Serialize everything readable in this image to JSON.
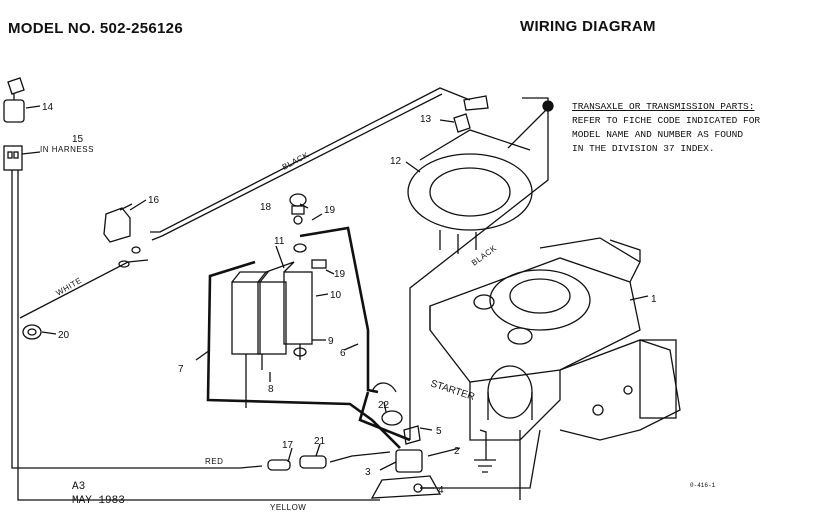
{
  "header": {
    "model": "MODEL NO. 502-256126",
    "title": "WIRING DIAGRAM"
  },
  "note": {
    "line1": "TRANSAXLE OR TRANSMISSION PARTS:",
    "line2": "REFER TO FICHE CODE INDICATED FOR",
    "line3": "MODEL NAME AND NUMBER AS FOUND",
    "line4": "IN THE DIVISION 37 INDEX."
  },
  "footer": {
    "a3": "A3",
    "date": "MAY 1983",
    "code": "0-416-1"
  },
  "wires": {
    "black_top": "BLACK",
    "black_mid": "BLACK",
    "white": "WHITE",
    "red": "RED",
    "yellow": "YELLOW",
    "in_harness": "IN HARNESS",
    "starter": "STARTER"
  },
  "callouts": {
    "n1": "1",
    "n2": "2",
    "n3": "3",
    "n4": "4",
    "n5": "5",
    "n6": "6",
    "n7": "7",
    "n8": "8",
    "n9": "9",
    "n10": "10",
    "n11": "11",
    "n12": "12",
    "n13": "13",
    "n14": "14",
    "n15": "15",
    "n16": "16",
    "n17": "17",
    "n18": "18",
    "n19a": "19",
    "n19b": "19",
    "n20": "20",
    "n21": "21",
    "n22": "22"
  }
}
